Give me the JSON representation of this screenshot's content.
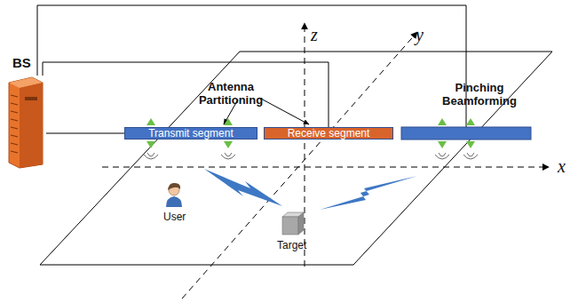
{
  "diagram": {
    "nodes": [
      {
        "text": [
          "BS"
        ]
      },
      {
        "text": [
          "Transmit segment"
        ]
      },
      {
        "text": [
          "Receive segment"
        ]
      }
    ],
    "edges": [
      {
        "from": 0,
        "to": 1,
        "arrow": "none"
      },
      {
        "from": 0,
        "to": 2,
        "arrow": "none"
      }
    ],
    "labels": [
      "Antenna Partitioning",
      "Pinching Beamforming",
      "User",
      "Target",
      "z",
      "y",
      "x"
    ]
  }
}
